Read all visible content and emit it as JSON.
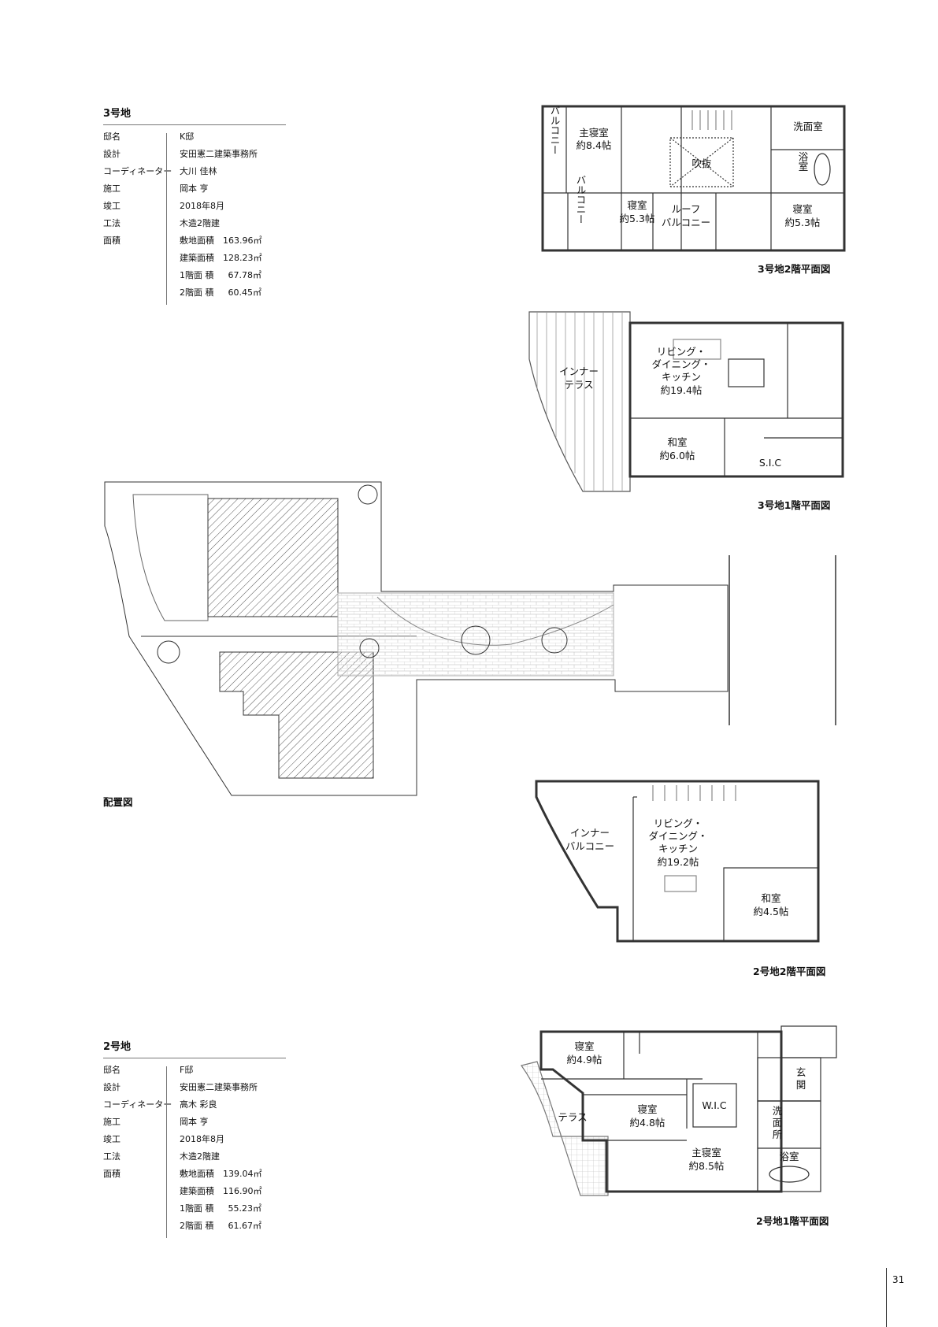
{
  "lot3": {
    "title": "3号地",
    "rows": [
      {
        "k": "邸名",
        "v": "K邸"
      },
      {
        "k": "設計",
        "v": "安田憲二建築事務所"
      },
      {
        "k": "コーディネーター",
        "v": "大川 佳林"
      },
      {
        "k": "施工",
        "v": "岡本 亨"
      },
      {
        "k": "竣工",
        "v": "2018年8月"
      },
      {
        "k": "工法",
        "v": "木造2階建"
      },
      {
        "k": "面積",
        "v": "敷地面積　163.96㎡"
      },
      {
        "k": "",
        "v": "建築面積　128.23㎡"
      },
      {
        "k": "",
        "v": "1階面 積　  67.78㎡"
      },
      {
        "k": "",
        "v": "2階面 積　  60.45㎡"
      }
    ]
  },
  "lot2": {
    "title": "2号地",
    "rows": [
      {
        "k": "邸名",
        "v": "F邸"
      },
      {
        "k": "設計",
        "v": "安田憲二建築事務所"
      },
      {
        "k": "コーディネーター",
        "v": "高木 彩良"
      },
      {
        "k": "施工",
        "v": "岡本 亨"
      },
      {
        "k": "竣工",
        "v": "2018年8月"
      },
      {
        "k": "工法",
        "v": "木造2階建"
      },
      {
        "k": "面積",
        "v": "敷地面積　139.04㎡"
      },
      {
        "k": "",
        "v": "建築面積　116.90㎡"
      },
      {
        "k": "",
        "v": "1階面 積　  55.23㎡"
      },
      {
        "k": "",
        "v": "2階面 積　  61.67㎡"
      }
    ]
  },
  "plans": {
    "lot3_2f": {
      "caption": "3号地2階平面図",
      "rooms": {
        "balcony_a": "バルコニー",
        "master": "主寝室",
        "master_size": "約8.4帖",
        "void": "吹抜",
        "wash": "洗面室",
        "bath": "浴室",
        "balcony_b": "バルコニー",
        "bed1": "寝室",
        "bed1_size": "約5.3帖",
        "roof1": "ルーフ",
        "roof2": "バルコニー",
        "bed2": "寝室",
        "bed2_size": "約5.3帖"
      }
    },
    "lot3_1f": {
      "caption": "3号地1階平面図",
      "rooms": {
        "terrace1": "インナー",
        "terrace2": "テラス",
        "ldk1": "リビング・",
        "ldk2": "ダイニング・",
        "ldk3": "キッチン",
        "ldk_size": "約19.4帖",
        "washitsu": "和室",
        "washitsu_size": "約6.0帖",
        "sic": "S.I.C"
      }
    },
    "site": {
      "caption": "配置図"
    },
    "lot2_2f": {
      "caption": "2号地2階平面図",
      "rooms": {
        "balc1": "インナー",
        "balc2": "バルコニー",
        "ldk1": "リビング・",
        "ldk2": "ダイニング・",
        "ldk3": "キッチン",
        "ldk_size": "約19.2帖",
        "washitsu": "和室",
        "washitsu_size": "約4.5帖"
      }
    },
    "lot2_1f": {
      "caption": "2号地1階平面図",
      "rooms": {
        "bed1": "寝室",
        "bed1_size": "約4.9帖",
        "entry1": "玄",
        "entry2": "関",
        "terrace": "テラス",
        "bed2": "寝室",
        "bed2_size": "約4.8帖",
        "wic": "W.I.C",
        "wash1": "洗",
        "wash2": "面",
        "wash3": "所",
        "master": "主寝室",
        "master_size": "約8.5帖",
        "bath": "浴室"
      }
    }
  },
  "page_number": "31"
}
